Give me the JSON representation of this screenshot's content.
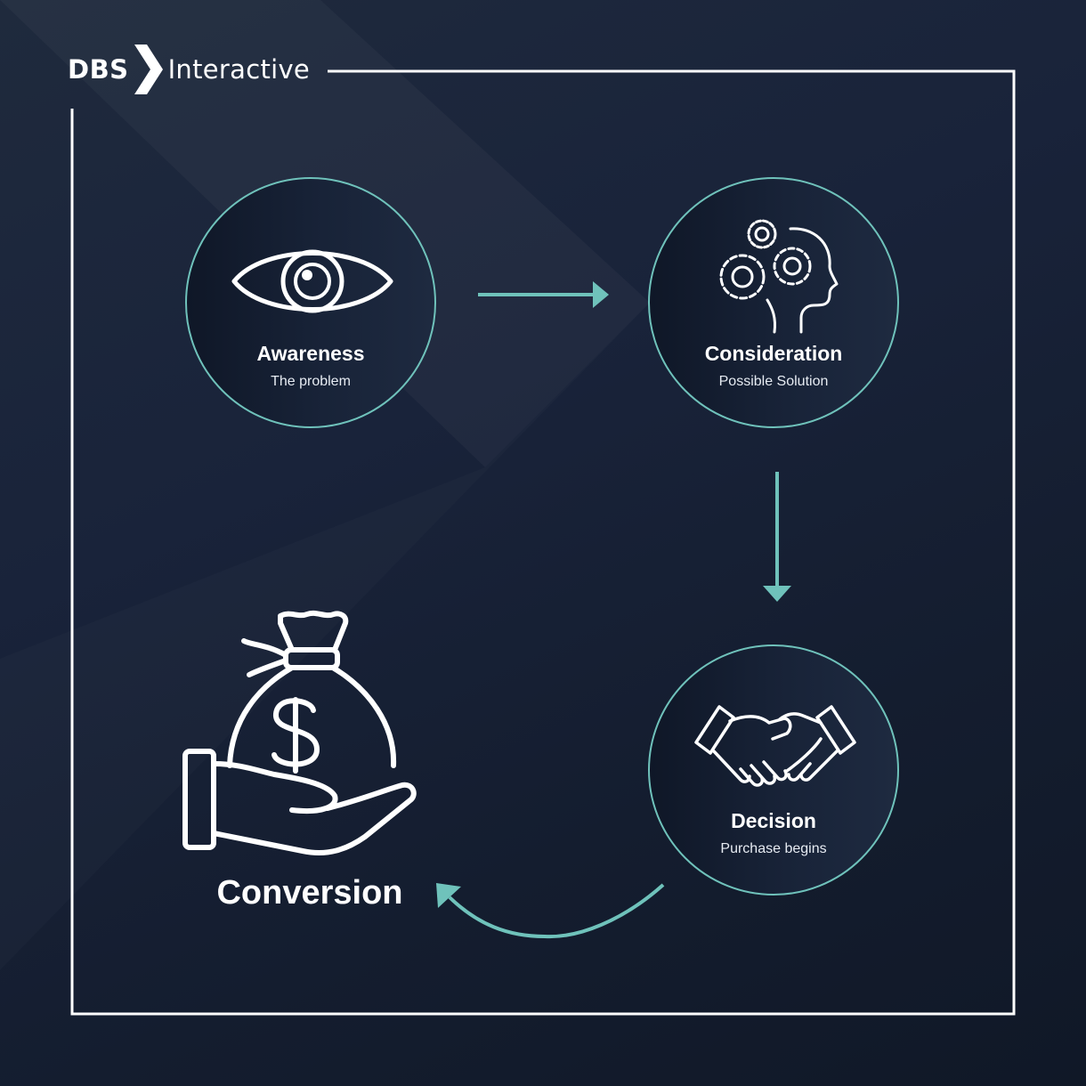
{
  "brand": {
    "name": "DBS",
    "product": "Interactive"
  },
  "colors": {
    "background": "#141d2e",
    "accent": "#6fc2bb",
    "line": "#ffffff",
    "text": "#ffffff"
  },
  "stages": [
    {
      "title": "Awareness",
      "subtitle": "The problem",
      "icon": "eye-icon"
    },
    {
      "title": "Consideration",
      "subtitle": "Possible Solution",
      "icon": "head-gears-icon"
    },
    {
      "title": "Decision",
      "subtitle": "Purchase begins",
      "icon": "handshake-icon"
    }
  ],
  "conversion": {
    "label": "Conversion",
    "icon": "money-bag-hand-icon"
  },
  "connectors": [
    {
      "from": "Awareness",
      "to": "Consideration"
    },
    {
      "from": "Consideration",
      "to": "Decision"
    },
    {
      "from": "Decision",
      "to": "Conversion"
    }
  ]
}
